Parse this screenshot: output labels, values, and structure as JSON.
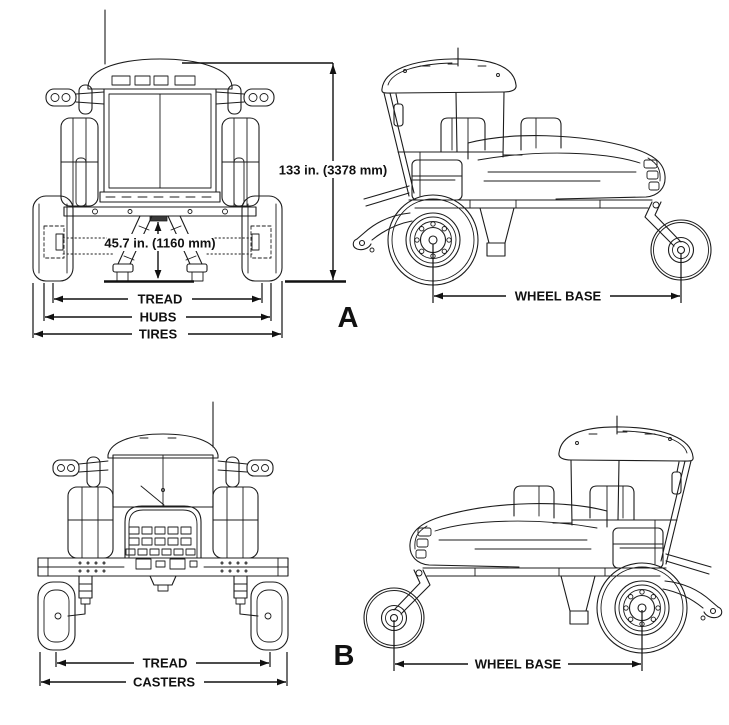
{
  "colors": {
    "background": "#ffffff",
    "line": "#1c1c1c"
  },
  "view_a": {
    "letter": "A",
    "front": {
      "height_dim": "133 in. (3378 mm)",
      "clearance_dim": "45.7 in. (1160 mm)",
      "tread_label": "TREAD",
      "hubs_label": "HUBS",
      "tires_label": "TIRES"
    },
    "side": {
      "wheelbase_label": "WHEEL BASE"
    }
  },
  "view_b": {
    "letter": "B",
    "front": {
      "tread_label": "TREAD",
      "casters_label": "CASTERS"
    },
    "side": {
      "wheelbase_label": "WHEEL BASE"
    }
  }
}
